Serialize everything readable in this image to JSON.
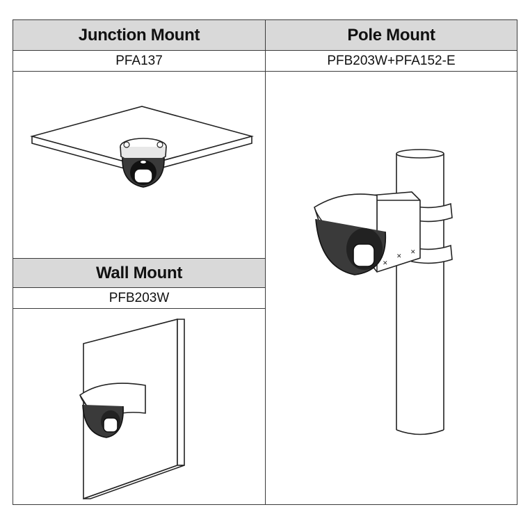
{
  "junction": {
    "title": "Junction Mount",
    "model": "PFA137"
  },
  "pole": {
    "title": "Pole Mount",
    "model": "PFB203W+PFA152-E"
  },
  "wall": {
    "title": "Wall Mount",
    "model": "PFB203W"
  },
  "colors": {
    "header_bg": "#d9d9d9",
    "line": "#3a3a3a",
    "camera_dark": "#2b2b2b"
  }
}
